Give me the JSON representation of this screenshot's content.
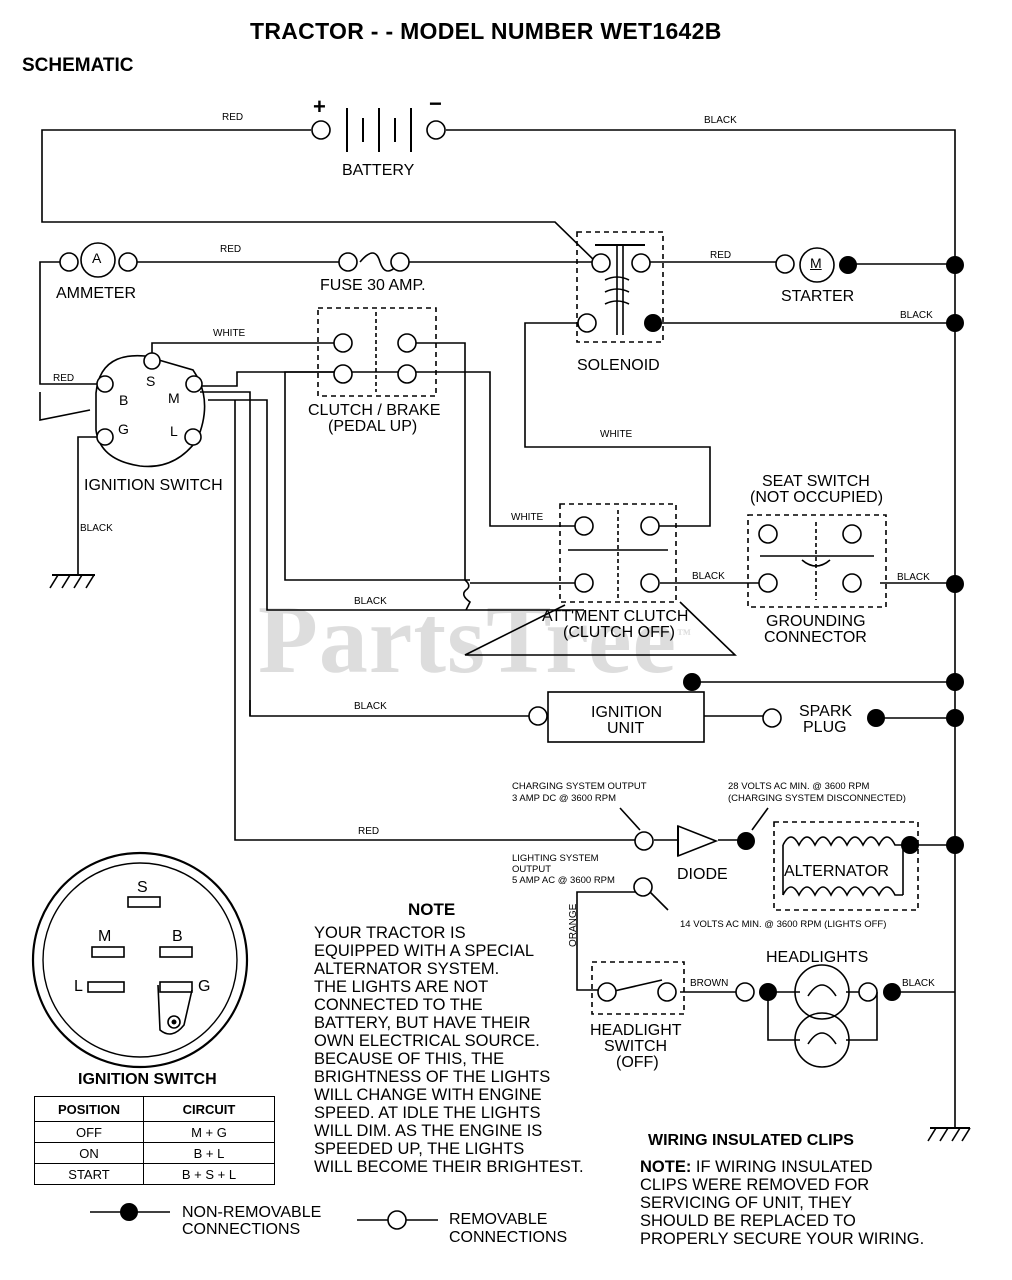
{
  "title": "TRACTOR - - MODEL NUMBER WET1642B",
  "subtitle": "SCHEMATIC",
  "watermark": "PartsTree",
  "watermark_mark": "™",
  "components": {
    "battery": "BATTERY",
    "battery_plus": "+",
    "battery_minus": "−",
    "ammeter": "AMMETER",
    "ammeter_symbol": "A",
    "fuse": "FUSE 30 AMP.",
    "starter": "STARTER",
    "starter_symbol": "M",
    "solenoid": "SOLENOID",
    "ignition_switch": "IGNITION SWITCH",
    "clutch_brake_1": "CLUTCH / BRAKE",
    "clutch_brake_2": "(PEDAL UP)",
    "seat_switch_1": "SEAT SWITCH",
    "seat_switch_2": "(NOT OCCUPIED)",
    "attment_clutch_1": "ATT'MENT CLUTCH",
    "attment_clutch_2": "(CLUTCH OFF)",
    "grounding_1": "GROUNDING",
    "grounding_2": "CONNECTOR",
    "ignition_unit_1": "IGNITION",
    "ignition_unit_2": "UNIT",
    "spark_plug_1": "SPARK",
    "spark_plug_2": "PLUG",
    "diode": "DIODE",
    "alternator": "ALTERNATOR",
    "headlights": "HEADLIGHTS",
    "headlight_switch_1": "HEADLIGHT",
    "headlight_switch_2": "SWITCH",
    "headlight_switch_3": "(OFF)"
  },
  "terminals": {
    "s": "S",
    "b": "B",
    "m": "M",
    "g": "G",
    "l": "L"
  },
  "wires": {
    "red_battery": "RED",
    "black_battery": "BLACK",
    "red_fuse": "RED",
    "red_starter": "RED",
    "black_solenoid": "BLACK",
    "white_top": "WHITE",
    "red_ign": "RED",
    "white_mid": "WHITE",
    "white_att": "WHITE",
    "black_ground": "BLACK",
    "black_att": "BLACK",
    "black_seat_left": "BLACK",
    "black_seat_right": "BLACK",
    "black_ign_unit": "BLACK",
    "red_charge": "RED",
    "orange": "ORANGE",
    "brown": "BROWN",
    "black_headlights": "BLACK"
  },
  "annotations": {
    "charge_out_1": "CHARGING SYSTEM OUTPUT",
    "charge_out_2": "3 AMP DC @ 3600 RPM",
    "ac28_1": "28 VOLTS AC MIN. @ 3600 RPM",
    "ac28_2": "(CHARGING SYSTEM DISCONNECTED)",
    "light_out_1": "LIGHTING SYSTEM",
    "light_out_2": "OUTPUT",
    "light_out_3": "5 AMP AC @ 3600 RPM",
    "ac14": "14 VOLTS AC MIN. @ 3600 RPM (LIGHTS OFF)"
  },
  "note": {
    "heading": "NOTE",
    "lines": [
      "YOUR TRACTOR IS",
      "EQUIPPED WITH A SPECIAL",
      "ALTERNATOR SYSTEM.",
      "THE LIGHTS ARE NOT",
      "CONNECTED TO THE",
      "BATTERY, BUT HAVE THEIR",
      "OWN ELECTRICAL SOURCE.",
      "BECAUSE OF THIS, THE",
      "BRIGHTNESS OF THE LIGHTS",
      "WILL CHANGE WITH ENGINE",
      "SPEED.  AT IDLE THE LIGHTS",
      "WILL DIM.  AS THE ENGINE IS",
      "SPEEDED UP, THE LIGHTS",
      "WILL BECOME THEIR BRIGHTEST."
    ]
  },
  "ignition_table": {
    "title": "IGNITION SWITCH",
    "headers": [
      "POSITION",
      "CIRCUIT"
    ],
    "rows": [
      [
        "OFF",
        "M + G"
      ],
      [
        "ON",
        "B + L"
      ],
      [
        "START",
        "B + S + L"
      ]
    ]
  },
  "legend": {
    "non_removable_1": "NON-REMOVABLE",
    "non_removable_2": "CONNECTIONS",
    "removable_1": "REMOVABLE",
    "removable_2": "CONNECTIONS"
  },
  "clips": {
    "heading": "WIRING INSULATED CLIPS",
    "note_label": "NOTE:",
    "lines": [
      " IF WIRING INSULATED",
      "CLIPS WERE REMOVED FOR",
      "SERVICING OF UNIT, THEY",
      "SHOULD BE REPLACED TO",
      "PROPERLY SECURE YOUR WIRING."
    ]
  }
}
